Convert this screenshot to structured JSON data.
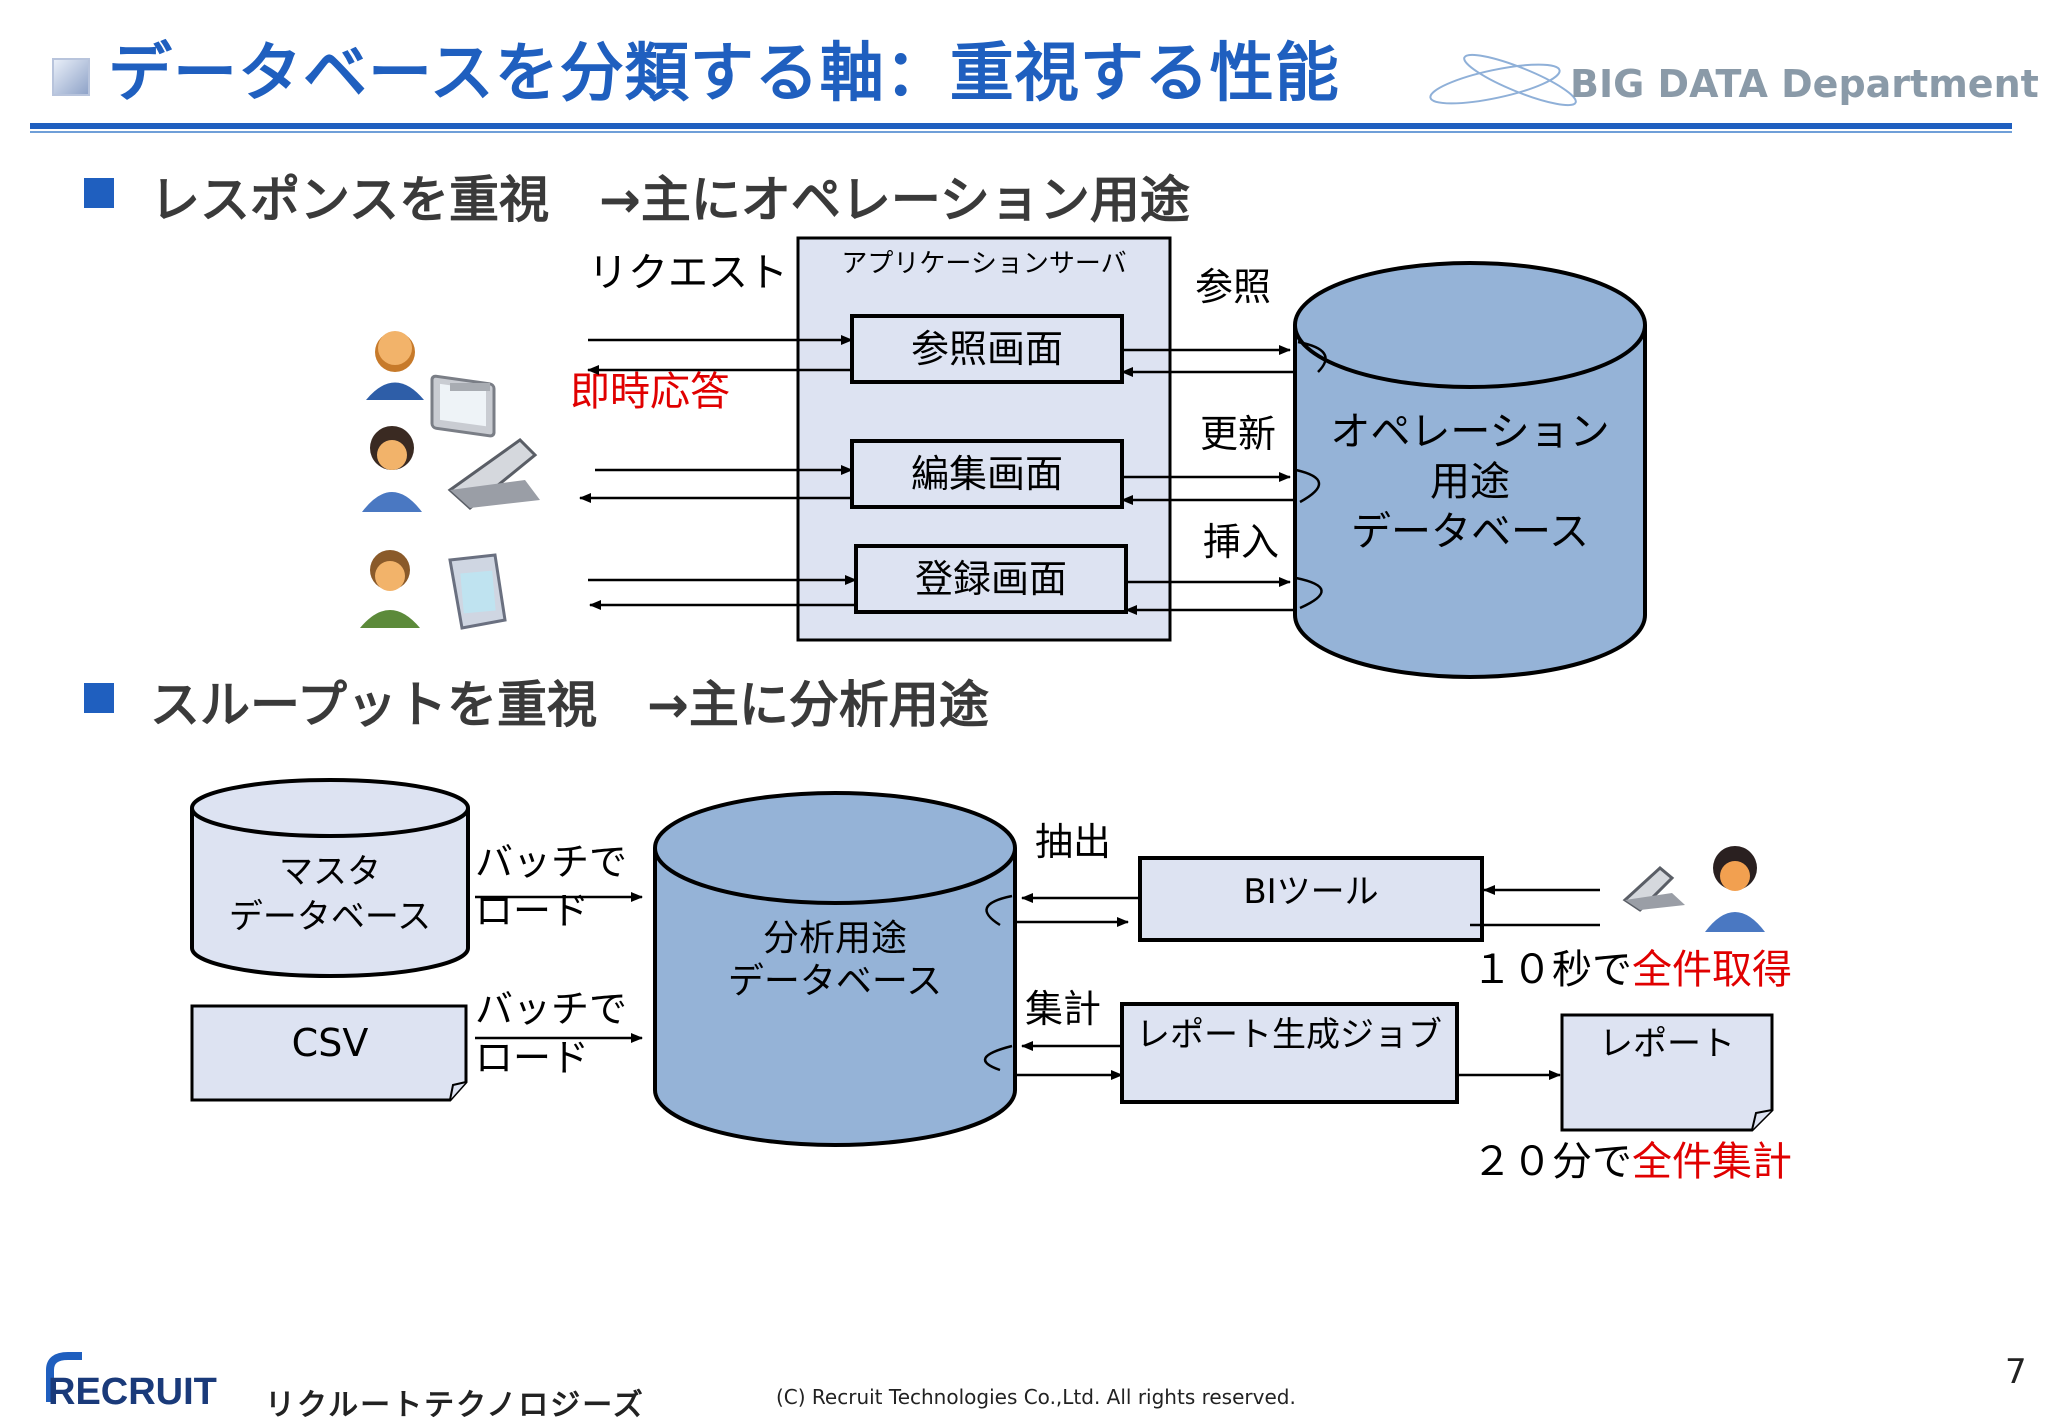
{
  "header": {
    "title": "データベースを分類する軸：重視する性能",
    "department": "BIG DATA Department"
  },
  "section1": {
    "bullet": "レスポンスを重視　→主にオペレーション用途",
    "app_server_label": "アプリケーションサーバ",
    "request_label": "リクエスト",
    "response_label": "即時応答",
    "screens": [
      "参照画面",
      "編集画面",
      "登録画面"
    ],
    "operations": [
      "参照",
      "更新",
      "挿入"
    ],
    "database_lines": [
      "オペレーション",
      "用途",
      "データベース"
    ]
  },
  "section2": {
    "bullet": "スループットを重視　→主に分析用途",
    "master_db_lines": [
      "マスタ",
      "データベース"
    ],
    "csv_label": "CSV",
    "batch_load_lines": [
      "バッチで",
      "ロード"
    ],
    "analysis_db_lines": [
      "分析用途",
      "データベース"
    ],
    "extract_label": "抽出",
    "aggregate_label": "集計",
    "bi_tool_label": "BIツール",
    "report_job_label": "レポート生成ジョブ",
    "report_label": "レポート",
    "bi_time_prefix": "１０秒で",
    "bi_time_emphasis": "全件取得",
    "report_time_prefix": "２０分で",
    "report_time_emphasis": "全件集計"
  },
  "footer": {
    "logo_text": "RECRUIT",
    "company": "リクルートテクノロジーズ",
    "copyright": "(C) Recruit Technologies Co.,Ltd. All rights reserved.",
    "page_number": "7"
  },
  "colors": {
    "title_blue": "#1f5fbf",
    "box_fill": "#dde3f2",
    "db_fill": "#95b3d7",
    "db_light_fill": "#dde3f2",
    "emphasis_red": "#e00000"
  },
  "icons": [
    "person-monitor-icon",
    "person-laptop-icon",
    "person-tablet-icon",
    "laptop-person-icon"
  ]
}
